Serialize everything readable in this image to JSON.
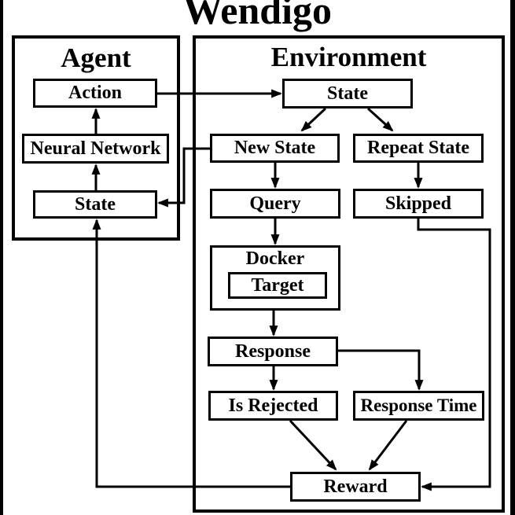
{
  "title": "Wendigo",
  "colors": {
    "line": "#000000",
    "background": "#ffffff",
    "text": "#000000"
  },
  "groups": {
    "agent": {
      "label": "Agent"
    },
    "environment": {
      "label": "Environment"
    }
  },
  "nodes": {
    "action": "Action",
    "neural_network": "Neural Network",
    "agent_state": "State",
    "env_state": "State",
    "new_state": "New State",
    "repeat_state": "Repeat State",
    "query": "Query",
    "skipped": "Skipped",
    "docker": "Docker",
    "target": "Target",
    "response": "Response",
    "is_rejected": "Is Rejected",
    "response_time": "Response Time",
    "reward": "Reward"
  },
  "edges": [
    {
      "from": "Action",
      "to": "State (Environment)"
    },
    {
      "from": "State (Agent)",
      "to": "Neural Network"
    },
    {
      "from": "Neural Network",
      "to": "Action"
    },
    {
      "from": "State (Environment)",
      "to": "New State"
    },
    {
      "from": "State (Environment)",
      "to": "Repeat State"
    },
    {
      "from": "New State",
      "to": "Query"
    },
    {
      "from": "New State",
      "to": "State (Agent)"
    },
    {
      "from": "Repeat State",
      "to": "Skipped"
    },
    {
      "from": "Query",
      "to": "Docker"
    },
    {
      "from": "Docker",
      "to": "Response"
    },
    {
      "from": "Response",
      "to": "Is Rejected"
    },
    {
      "from": "Response",
      "to": "Response Time"
    },
    {
      "from": "Skipped",
      "to": "Reward"
    },
    {
      "from": "Is Rejected",
      "to": "Reward"
    },
    {
      "from": "Response Time",
      "to": "Reward"
    },
    {
      "from": "Reward",
      "to": "State (Agent)"
    }
  ]
}
